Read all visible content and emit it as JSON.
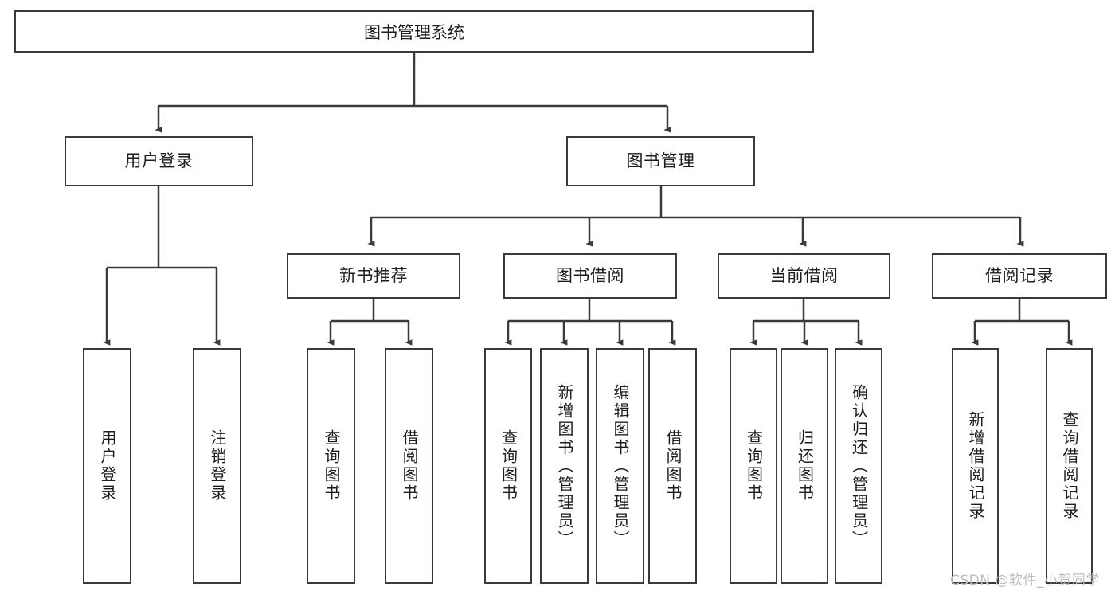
{
  "diagram": {
    "title_node": {
      "label": "图书管理系统"
    },
    "level2": [
      {
        "label": "用户登录"
      },
      {
        "label": "图书管理"
      }
    ],
    "level3": [
      {
        "label": "新书推荐"
      },
      {
        "label": "图书借阅"
      },
      {
        "label": "当前借阅"
      },
      {
        "label": "借阅记录"
      }
    ],
    "leaves": {
      "user_login": [
        {
          "label": "用户登录"
        },
        {
          "label": "注销登录"
        }
      ],
      "new_book_recommend": [
        {
          "label": "查询图书"
        },
        {
          "label": "借阅图书"
        }
      ],
      "book_borrow": [
        {
          "label": "查询图书"
        },
        {
          "label": "新增图书（管理员）"
        },
        {
          "label": "编辑图书（管理员）"
        },
        {
          "label": "借阅图书"
        }
      ],
      "current_borrow": [
        {
          "label": "查询图书"
        },
        {
          "label": "归还图书"
        },
        {
          "label": "确认归还（管理员）"
        }
      ],
      "borrow_record": [
        {
          "label": "新增借阅记录"
        },
        {
          "label": "查询借阅记录"
        }
      ]
    }
  },
  "watermark": {
    "text": "CSDN @软件_小贺同学"
  },
  "colors": {
    "stroke": "#3a3a3a",
    "fill": "#ffffff",
    "text": "#1d1d1d",
    "watermark": "#bdbdbd"
  }
}
